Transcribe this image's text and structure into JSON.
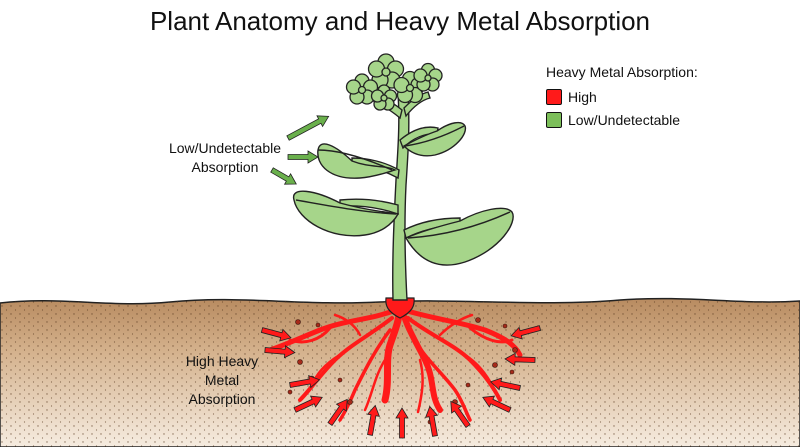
{
  "title": "Plant Anatomy and Heavy Metal Absorption",
  "legend": {
    "title": "Heavy Metal Absorption:",
    "items": [
      {
        "label": "High",
        "color": "#ff1a1a"
      },
      {
        "label": "Low/Undetectable",
        "color": "#7cbf5a"
      }
    ]
  },
  "annotations": {
    "low_line1": "Low/Undetectable",
    "low_line2": "Absorption",
    "high_line1": "High Heavy",
    "high_line2": "Metal",
    "high_line3": "Absorption"
  },
  "colors": {
    "plant_green": "#a6d58a",
    "arrow_green": "#6ab04c",
    "root_red": "#ff1a1a",
    "soil": "#c49a72"
  }
}
